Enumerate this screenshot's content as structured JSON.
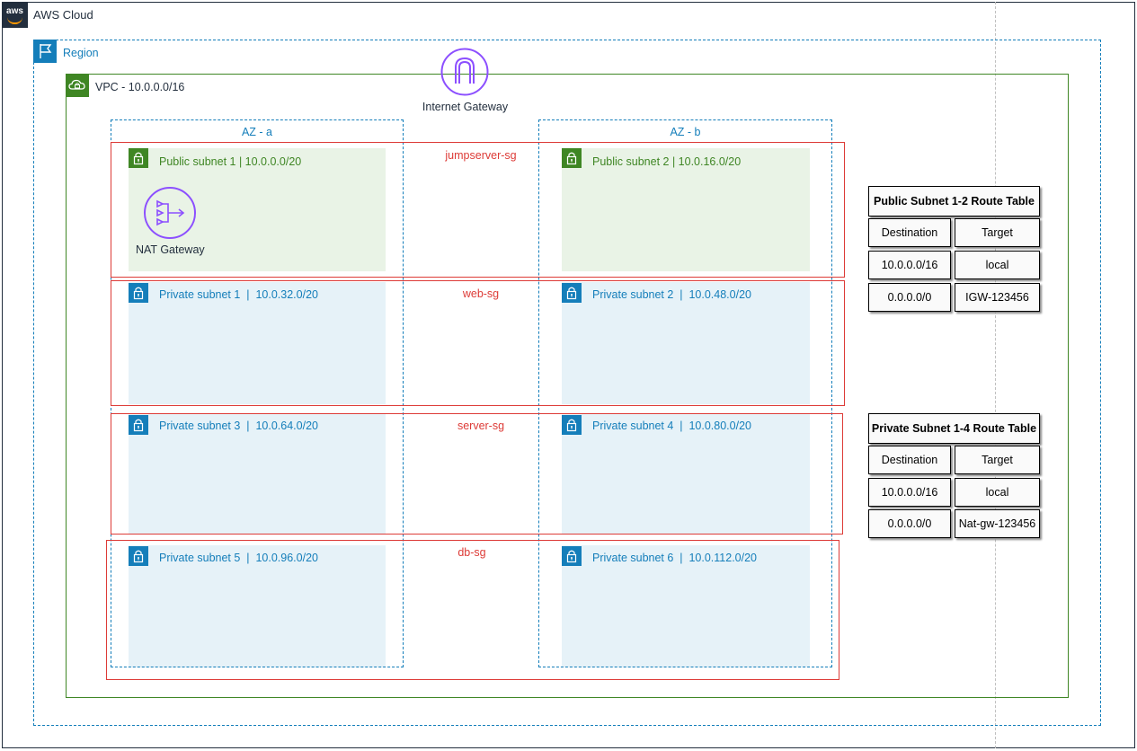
{
  "cloud": {
    "label": "AWS Cloud",
    "badge": "aws"
  },
  "region": {
    "label": "Region",
    "icon": "flag-icon"
  },
  "vpc": {
    "label": "VPC - 10.0.0.0/16",
    "icon": "cloud-lock-icon"
  },
  "internet_gateway": {
    "label": "Internet Gateway",
    "icon": "gateway-arch-icon"
  },
  "availability_zones": [
    {
      "label": "AZ - a"
    },
    {
      "label": "AZ - b"
    }
  ],
  "subnets": [
    {
      "label": "Public subnet 1 | 10.0.0.0/20",
      "type": "public"
    },
    {
      "label": "Public subnet 2 | 10.0.16.0/20",
      "type": "public"
    },
    {
      "label": "Private subnet 1  |  10.0.32.0/20",
      "type": "private"
    },
    {
      "label": "Private subnet 2  |  10.0.48.0/20",
      "type": "private"
    },
    {
      "label": "Private subnet 3  |  10.0.64.0/20",
      "type": "private"
    },
    {
      "label": "Private subnet 4  |  10.0.80.0/20",
      "type": "private"
    },
    {
      "label": "Private subnet 5  |  10.0.96.0/20",
      "type": "private"
    },
    {
      "label": "Private subnet 6  |  10.0.112.0/20",
      "type": "private"
    }
  ],
  "nat_gateway": {
    "label": "NAT Gateway",
    "icon": "nat-gateway-icon"
  },
  "security_groups": [
    {
      "label": "jumpserver-sg"
    },
    {
      "label": "web-sg"
    },
    {
      "label": "server-sg"
    },
    {
      "label": "db-sg"
    }
  ],
  "route_tables": [
    {
      "title": "Public Subnet 1-2 Route Table",
      "headers": [
        "Destination",
        "Target"
      ],
      "rows": [
        [
          "10.0.0.0/16",
          "local"
        ],
        [
          "0.0.0.0/0",
          "IGW-123456"
        ]
      ]
    },
    {
      "title": "Private Subnet 1-4 Route Table",
      "headers": [
        "Destination",
        "Target"
      ],
      "rows": [
        [
          "10.0.0.0/16",
          "local"
        ],
        [
          "0.0.0.0/0",
          "Nat-gw-123456"
        ]
      ]
    }
  ],
  "colors": {
    "aws_dark": "#232f3e",
    "region_blue": "#147eba",
    "vpc_green": "#3f8624",
    "public_subnet_fill": "#e9f3e6",
    "private_subnet_fill": "#e6f2f8",
    "security_group_red": "#dd3b37",
    "gateway_purple": "#8c4fff"
  }
}
